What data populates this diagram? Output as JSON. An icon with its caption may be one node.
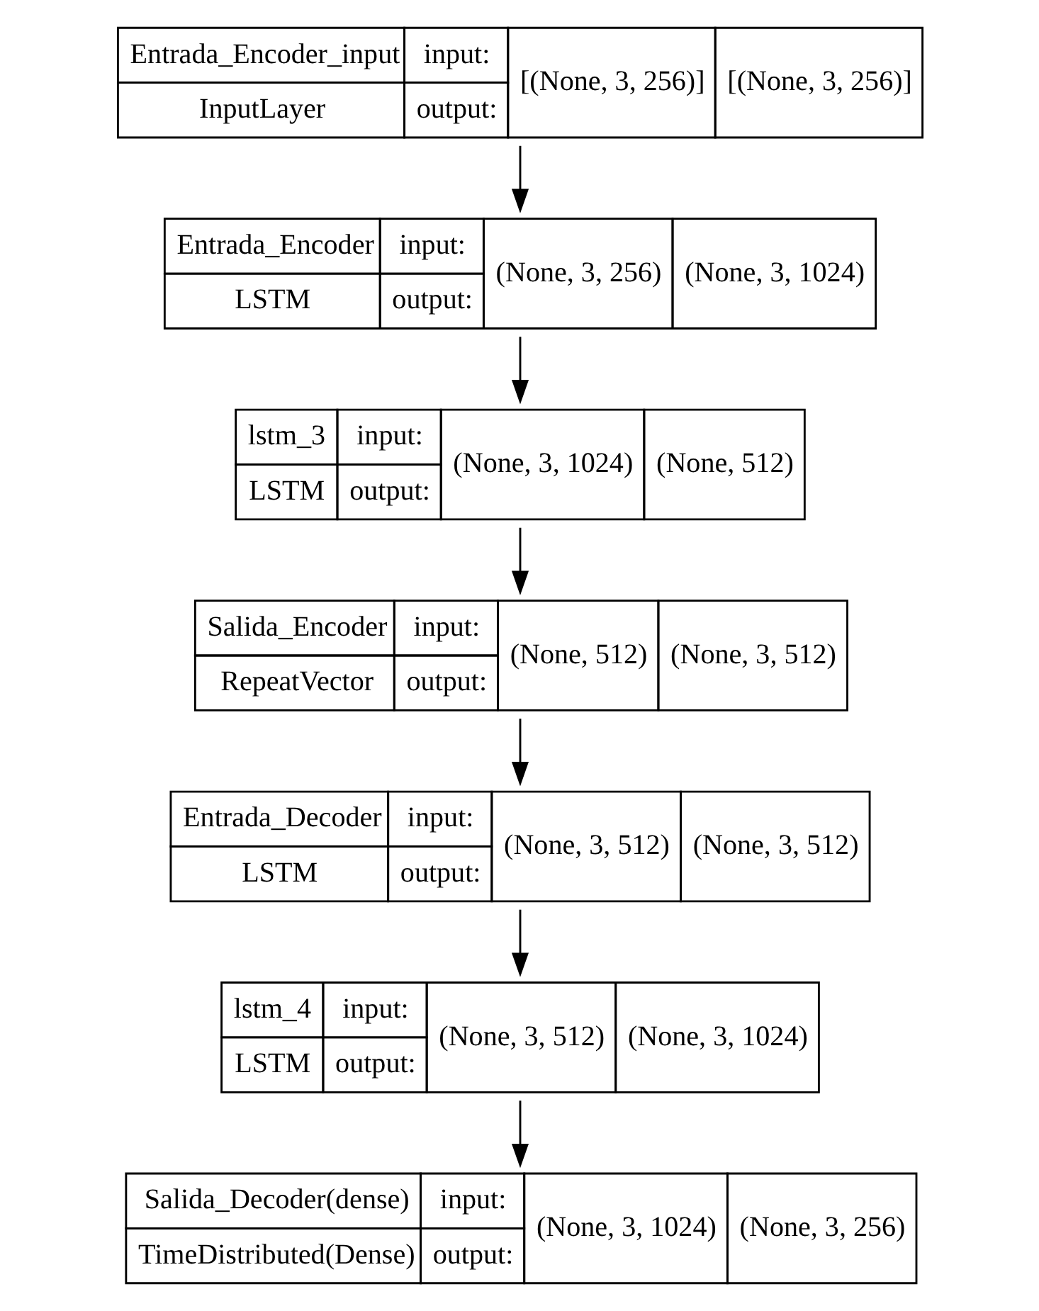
{
  "diagram": {
    "nodes": [
      {
        "text": [
          "Entrada_Encoder_input",
          "input:",
          "[(None, 3, 256)]",
          "[(None, 3, 256)]",
          "InputLayer",
          "output:"
        ]
      },
      {
        "text": [
          "Entrada_Encoder",
          "input:",
          "(None, 3, 256)",
          "(None, 3, 1024)",
          "LSTM",
          "output:"
        ]
      },
      {
        "text": [
          "lstm_3",
          "input:",
          "(None, 3, 1024)",
          "(None, 512)",
          "LSTM",
          "output:"
        ]
      },
      {
        "text": [
          "Salida_Encoder",
          "input:",
          "(None, 512)",
          "(None, 3, 512)",
          "RepeatVector",
          "output:"
        ]
      },
      {
        "text": [
          "Entrada_Decoder",
          "input:",
          "(None, 3, 512)",
          "(None, 3, 512)",
          "LSTM",
          "output:"
        ]
      },
      {
        "text": [
          "lstm_4",
          "input:",
          "(None, 3, 512)",
          "(None, 3, 1024)",
          "LSTM",
          "output:"
        ]
      },
      {
        "text": [
          "Salida_Decoder(dense)",
          "input:",
          "(None, 3, 1024)",
          "(None, 3, 256)",
          "TimeDistributed(Dense)",
          "output:"
        ]
      }
    ],
    "edges": [
      {
        "from": 0,
        "to": 1,
        "arrow": "to"
      },
      {
        "from": 1,
        "to": 2,
        "arrow": "to"
      },
      {
        "from": 2,
        "to": 3,
        "arrow": "to"
      },
      {
        "from": 3,
        "to": 4,
        "arrow": "to"
      },
      {
        "from": 4,
        "to": 5,
        "arrow": "to"
      },
      {
        "from": 5,
        "to": 6,
        "arrow": "to"
      }
    ]
  }
}
